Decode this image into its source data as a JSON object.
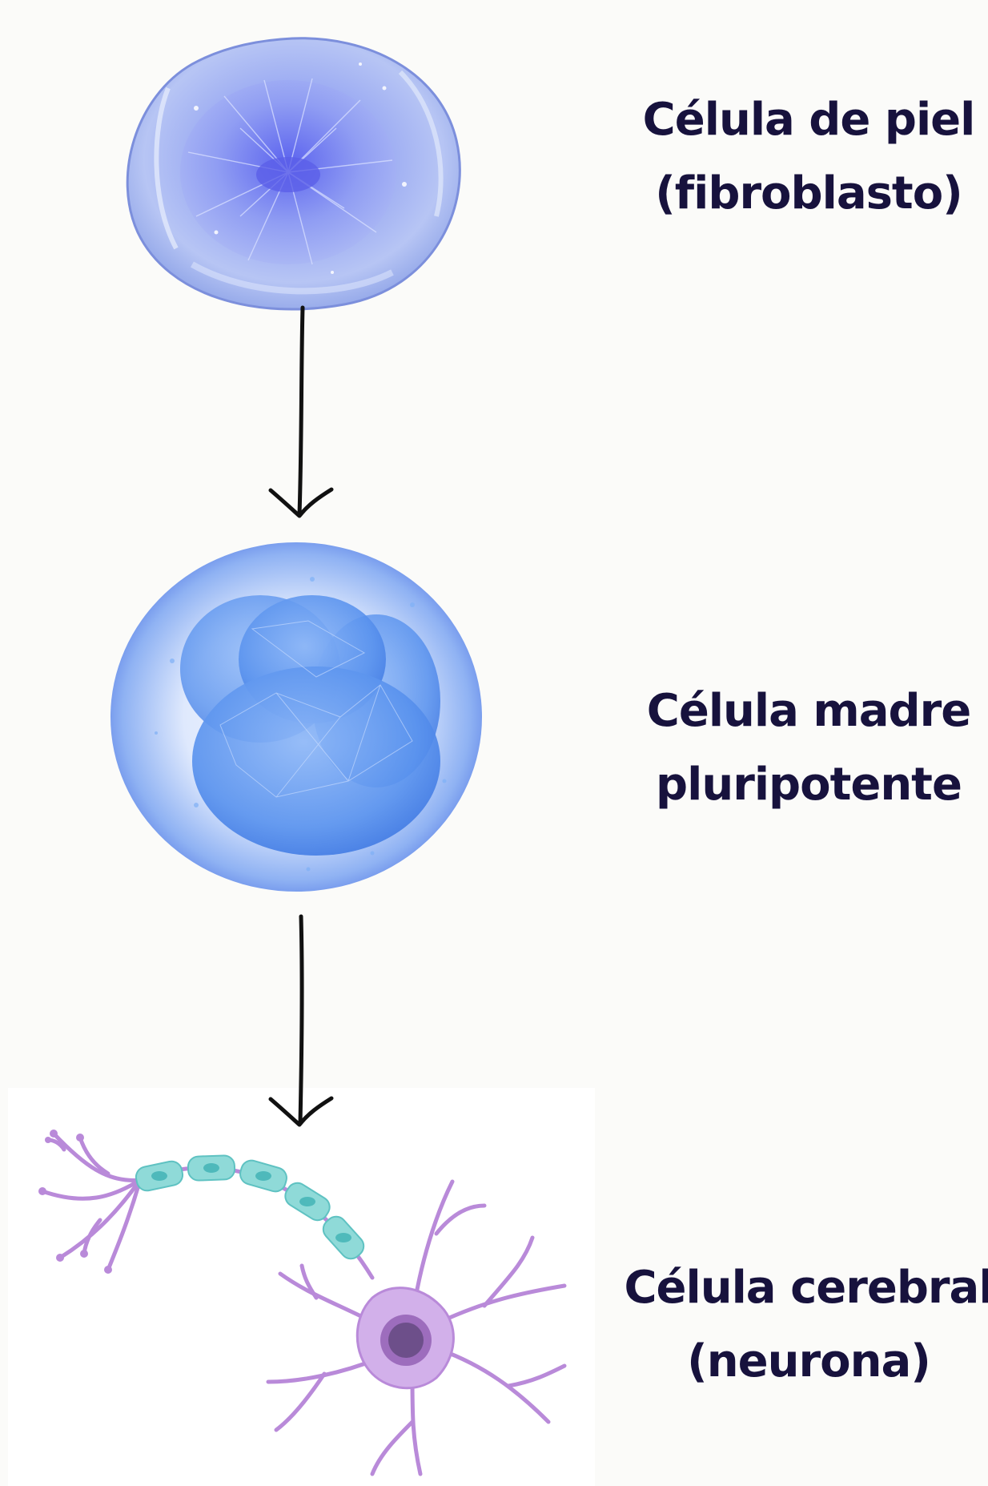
{
  "diagram": {
    "steps": [
      {
        "id": "fibroblast",
        "icon": "skin-cell-icon",
        "label_lines": [
          "Célula de piel",
          "(fibroblasto)"
        ]
      },
      {
        "id": "stem-cell",
        "icon": "stem-cell-icon",
        "label_lines": [
          "Célula madre",
          "pluripotente"
        ]
      },
      {
        "id": "neuron",
        "icon": "neuron-icon",
        "label_lines": [
          "Célula cerebral",
          "(neurona)"
        ]
      }
    ],
    "arrows": [
      {
        "from": "fibroblast",
        "to": "stem-cell"
      },
      {
        "from": "stem-cell",
        "to": "neuron"
      }
    ],
    "colors": {
      "background": "#fbfbf9",
      "label_text": "#17123d",
      "arrow": "#111111",
      "cell_blue": "#6f86f0",
      "stem_blue": "#4b8ef0",
      "neuron_purple": "#b88ad8",
      "myelin_teal": "#7fd6d6"
    }
  }
}
